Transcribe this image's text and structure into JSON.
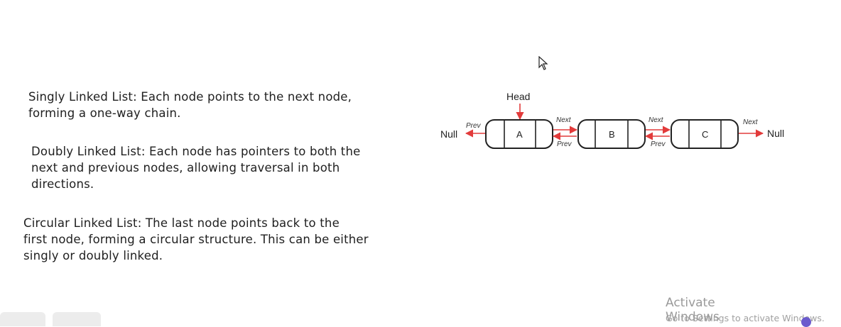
{
  "notes": {
    "singly": [
      "Singly Linked List: Each node points to the next node,",
      "forming a one-way chain."
    ],
    "doubly": [
      "Doubly Linked List: Each node has pointers to both the",
      "next and previous nodes, allowing traversal in both",
      "directions."
    ],
    "circular": [
      "Circular Linked List: The last node points back to the",
      "first node, forming a circular structure. This can be either",
      "singly or doubly linked."
    ]
  },
  "diagram": {
    "head_label": "Head",
    "null_left": "Null",
    "null_right": "Null",
    "nodes": [
      "A",
      "B",
      "C"
    ],
    "next_label": "Next",
    "prev_label": "Prev"
  },
  "watermark": {
    "title": "Activate Windows",
    "subtitle": "Go to Settings to activate Windows."
  },
  "colors": {
    "arrow": "#e23b3b",
    "node_border": "#222222",
    "accent_dot": "#6a5acd"
  }
}
